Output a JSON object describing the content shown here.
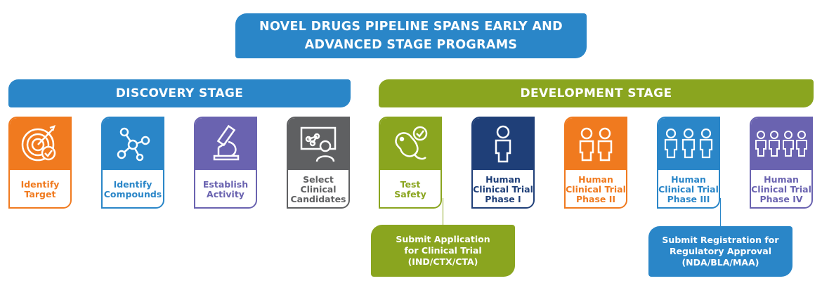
{
  "title": {
    "line1": "NOVEL DRUGS PIPELINE SPANS EARLY AND",
    "line2": "ADVANCED STAGE PROGRAMS"
  },
  "stages": {
    "discovery": "DISCOVERY STAGE",
    "development": "DEVELOPMENT STAGE"
  },
  "cards": [
    {
      "line1": "Identify",
      "line2": "Target",
      "color": "#f07a1f",
      "icon": "target-icon"
    },
    {
      "line1": "Identify",
      "line2": "Compounds",
      "color": "#2a86c8",
      "icon": "molecule-icon"
    },
    {
      "line1": "Establish",
      "line2": "Activity",
      "color": "#6a63b0",
      "icon": "microscope-icon"
    },
    {
      "line1": "Select",
      "line2": "Clinical",
      "line3": "Candidates",
      "color": "#5f6062",
      "icon": "presentation-icon"
    },
    {
      "line1": "Test",
      "line2": "Safety",
      "color": "#8aa51f",
      "icon": "mouse-check-icon"
    },
    {
      "line1": "Human",
      "line2": "Clinical Trial",
      "line3": "Phase I",
      "color": "#1f3f78",
      "icon": "person-icon"
    },
    {
      "line1": "Human",
      "line2": "Clinical Trial",
      "line3": "Phase II",
      "color": "#f07a1f",
      "icon": "two-people-icon"
    },
    {
      "line1": "Human",
      "line2": "Clinical Trial",
      "line3": "Phase III",
      "color": "#2a86c8",
      "icon": "three-people-icon"
    },
    {
      "line1": "Human",
      "line2": "Clinical Trial",
      "line3": "Phase IV",
      "color": "#6a63b0",
      "icon": "four-people-icon"
    }
  ],
  "callouts": {
    "application": {
      "line1": "Submit Application",
      "line2": "for Clinical Trial",
      "line3": "(IND/CTX/CTA)"
    },
    "registration": {
      "line1": "Submit Registration for",
      "line2": "Regulatory Approval",
      "line3": "(NDA/BLA/MAA)"
    }
  },
  "colors": {
    "blue": "#2a86c8",
    "green": "#8aa51f",
    "orange": "#f07a1f",
    "purple": "#6a63b0",
    "navy": "#1f3f78",
    "gray": "#5f6062"
  }
}
